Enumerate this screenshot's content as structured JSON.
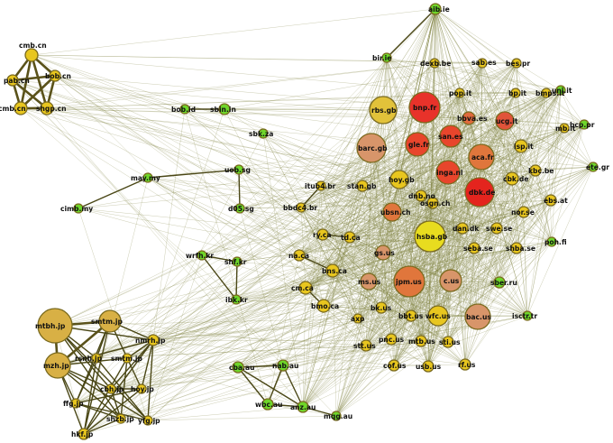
{
  "graph": {
    "nodes": [
      {
        "id": "aib.ie",
        "color": "#6fd62a"
      },
      {
        "id": "cmb.cn",
        "color": "#e8c61f"
      },
      {
        "id": "pab.cn",
        "color": "#e8c61f"
      },
      {
        "id": "bob.cn",
        "color": "#e8c61f"
      },
      {
        "id": "cmb.cn ",
        "color": "#e8c61f"
      },
      {
        "id": "shgp.cn",
        "color": "#e8c61f"
      },
      {
        "id": "bir.ie",
        "color": "#6fd62a"
      },
      {
        "id": "dexb.be",
        "color": "#e8c61f"
      },
      {
        "id": "sab.es",
        "color": "#e8c61f"
      },
      {
        "id": "bes.pr",
        "color": "#e8c61f"
      },
      {
        "id": "pop.it",
        "color": "#e8c61f"
      },
      {
        "id": "bp.it",
        "color": "#e8c61f"
      },
      {
        "id": "bmps.it",
        "color": "#e8c61f"
      },
      {
        "id": "uni.it",
        "color": "#6fd62a"
      },
      {
        "id": "bob.id",
        "color": "#6fd62a"
      },
      {
        "id": "sbin.in",
        "color": "#6fd62a"
      },
      {
        "id": "rbs.gb",
        "color": "#e2c23a"
      },
      {
        "id": "bnp.fr",
        "color": "#e8322a"
      },
      {
        "id": "bbva.es",
        "color": "#e0693c"
      },
      {
        "id": "ucg.it",
        "color": "#e0533a"
      },
      {
        "id": "mb.it",
        "color": "#e8c61f"
      },
      {
        "id": "bcp.pr",
        "color": "#6fd62a"
      },
      {
        "id": "sbk.za",
        "color": "#6fd62a"
      },
      {
        "id": "barc.gb",
        "color": "#d8956a"
      },
      {
        "id": "gle.fr",
        "color": "#e8452c"
      },
      {
        "id": "san.es",
        "color": "#e8452c"
      },
      {
        "id": "isp.it",
        "color": "#e8c61f"
      },
      {
        "id": "ete.gr",
        "color": "#6fd62a"
      },
      {
        "id": "aca.fr",
        "color": "#e0763c"
      },
      {
        "id": "kbc.be",
        "color": "#e8c61f"
      },
      {
        "id": "uob.sg",
        "color": "#6fd62a"
      },
      {
        "id": "may.my",
        "color": "#6fd62a"
      },
      {
        "id": "hoy.gb",
        "color": "#e8c61f"
      },
      {
        "id": "inga.nl",
        "color": "#e8452c"
      },
      {
        "id": "cbk.de",
        "color": "#e8c61f"
      },
      {
        "id": "itub4.br",
        "color": "#e8c61f"
      },
      {
        "id": "stan.gb",
        "color": "#e8c61f"
      },
      {
        "id": "dbk.de",
        "color": "#e4241e"
      },
      {
        "id": "ebs.at",
        "color": "#e8c61f"
      },
      {
        "id": "dnb.no",
        "color": "#e8c61f"
      },
      {
        "id": "cimb.my",
        "color": "#6fd62a"
      },
      {
        "id": "d05.sg",
        "color": "#6fd62a"
      },
      {
        "id": "bbdc4.br",
        "color": "#e8c61f"
      },
      {
        "id": "osgn.ch",
        "color": "#e8c61f"
      },
      {
        "id": "nor.se",
        "color": "#e8c61f"
      },
      {
        "id": "ubsn.ch",
        "color": "#e0763c"
      },
      {
        "id": "dan.dk",
        "color": "#e8c61f"
      },
      {
        "id": "swe.se",
        "color": "#e8c61f"
      },
      {
        "id": "hsba.gb",
        "color": "#e8dc1f"
      },
      {
        "id": "ry.ca",
        "color": "#e8c61f"
      },
      {
        "id": "td.ca",
        "color": "#e8c61f"
      },
      {
        "id": "seba.se",
        "color": "#e8c61f"
      },
      {
        "id": "shba.se",
        "color": "#e8c61f"
      },
      {
        "id": "poh.fi",
        "color": "#6fd62a"
      },
      {
        "id": "wrfh.kr",
        "color": "#6fd62a"
      },
      {
        "id": "shf.kr",
        "color": "#6fd62a"
      },
      {
        "id": "na.ca",
        "color": "#e8c61f"
      },
      {
        "id": "gs.us",
        "color": "#d8956a"
      },
      {
        "id": "bns.ca",
        "color": "#e8c61f"
      },
      {
        "id": "sber.ru",
        "color": "#6fd62a"
      },
      {
        "id": "jpm.us",
        "color": "#e0763c"
      },
      {
        "id": "c.us",
        "color": "#d8956a"
      },
      {
        "id": "ms.us",
        "color": "#d8956a"
      },
      {
        "id": "cm.ca",
        "color": "#e8c61f"
      },
      {
        "id": "ibk.kr",
        "color": "#6fd62a"
      },
      {
        "id": "bmo.ca",
        "color": "#e8c61f"
      },
      {
        "id": "bk.us",
        "color": "#e8c61f"
      },
      {
        "id": "bac.us",
        "color": "#d8956a"
      },
      {
        "id": "isctr.tr",
        "color": "#6fd62a"
      },
      {
        "id": "mtbh.jp",
        "color": "#d8b045"
      },
      {
        "id": "smtm.jp",
        "color": "#d8b045"
      },
      {
        "id": "wfc.us",
        "color": "#e8c61f"
      },
      {
        "id": "bbt.us",
        "color": "#e8c61f"
      },
      {
        "id": "axp",
        "color": "#e8c61f"
      },
      {
        "id": "mzh.jp",
        "color": "#d8b045"
      },
      {
        "id": "nmrh.jp",
        "color": "#e8c61f"
      },
      {
        "id": "pnc.us",
        "color": "#e8c61f"
      },
      {
        "id": "stt.us",
        "color": "#e8c61f"
      },
      {
        "id": "mtb.us",
        "color": "#e8c61f"
      },
      {
        "id": "sti.us",
        "color": "#e8c61f"
      },
      {
        "id": "rsnh.jp",
        "color": "#e8c61f"
      },
      {
        "id": "smtm.jp ",
        "color": "#e8c61f"
      },
      {
        "id": "cba.au",
        "color": "#6fd62a"
      },
      {
        "id": "nab.au",
        "color": "#6fd62a"
      },
      {
        "id": "cof.us",
        "color": "#e8c61f"
      },
      {
        "id": "usb.us",
        "color": "#e8c61f"
      },
      {
        "id": "rf.us",
        "color": "#e8c61f"
      },
      {
        "id": "cbh.jp",
        "color": "#e8c61f"
      },
      {
        "id": "hoy.jp",
        "color": "#e8c61f"
      },
      {
        "id": "ffg.jp",
        "color": "#e8c61f"
      },
      {
        "id": "wbc.au",
        "color": "#6fd62a"
      },
      {
        "id": "anz.au",
        "color": "#6fd62a"
      },
      {
        "id": "shzb.jp",
        "color": "#e8c61f"
      },
      {
        "id": "yfg.jp",
        "color": "#e8c61f"
      },
      {
        "id": "mqg.au",
        "color": "#6fd62a"
      },
      {
        "id": "hkf.jp",
        "color": "#e8c61f"
      }
    ]
  }
}
